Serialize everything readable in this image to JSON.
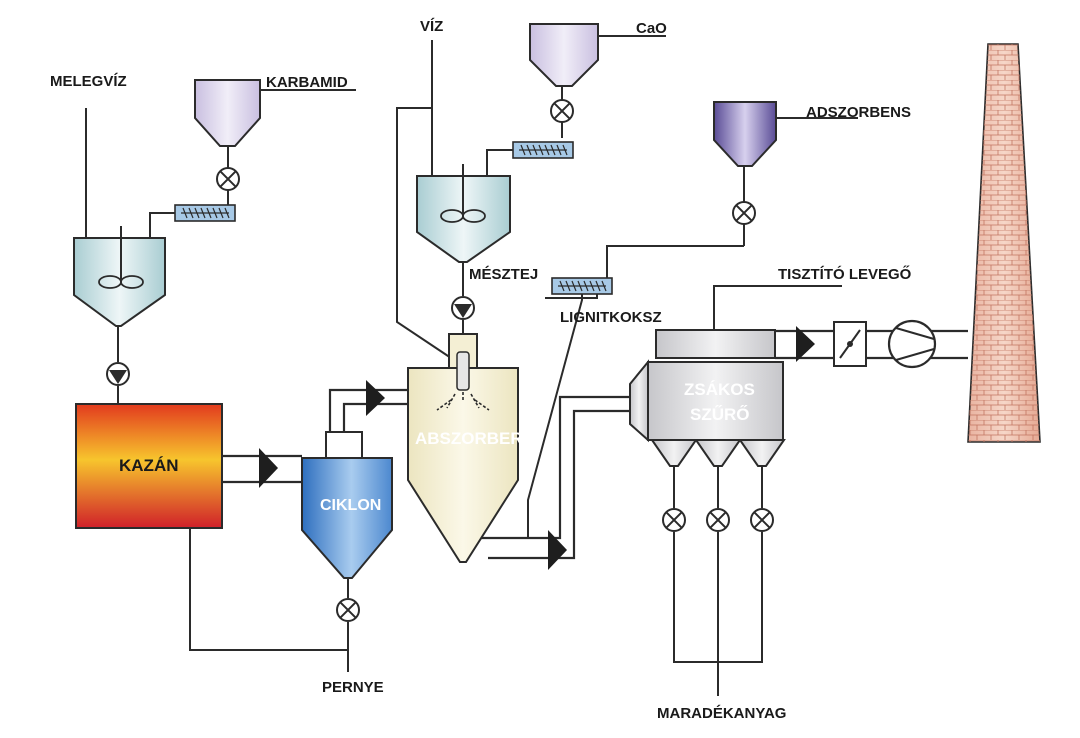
{
  "labels": {
    "melegviz": "MELEGVÍZ",
    "karbamid": "KARBAMID",
    "viz": "VÍZ",
    "cao": "CaO",
    "adszorbens": "ADSZORBENS",
    "mesztej": "MÉSZTEJ",
    "lignitkoksz": "LIGNITKOKSZ",
    "tisztito_levego": "TISZTÍTÓ LEVEGŐ",
    "kazan": "KAZÁN",
    "ciklon": "CIKLON",
    "abszorber": "ABSZORBER",
    "zsakos_szuro_line1": "ZSÁKOS",
    "zsakos_szuro_line2": "SZŰRŐ",
    "pernye": "PERNYE",
    "maradekanyag": "MARADÉKANYAG"
  },
  "colors": {
    "hopper": "#ddd6ea",
    "hopper_dark": "#6d5fa6",
    "mixer_tank": "#cfe4e6",
    "boiler_top": "#e94c1e",
    "boiler_mid": "#f6c42c",
    "boiler_bottom": "#d4242a",
    "cyclone": "#3d7fc8",
    "absorber": "#f4efd4",
    "filter": "#d6d6d8",
    "screw": "#9fc3e0",
    "chimney": "#e8b4a2",
    "chimney_brick": "#c57a66"
  }
}
